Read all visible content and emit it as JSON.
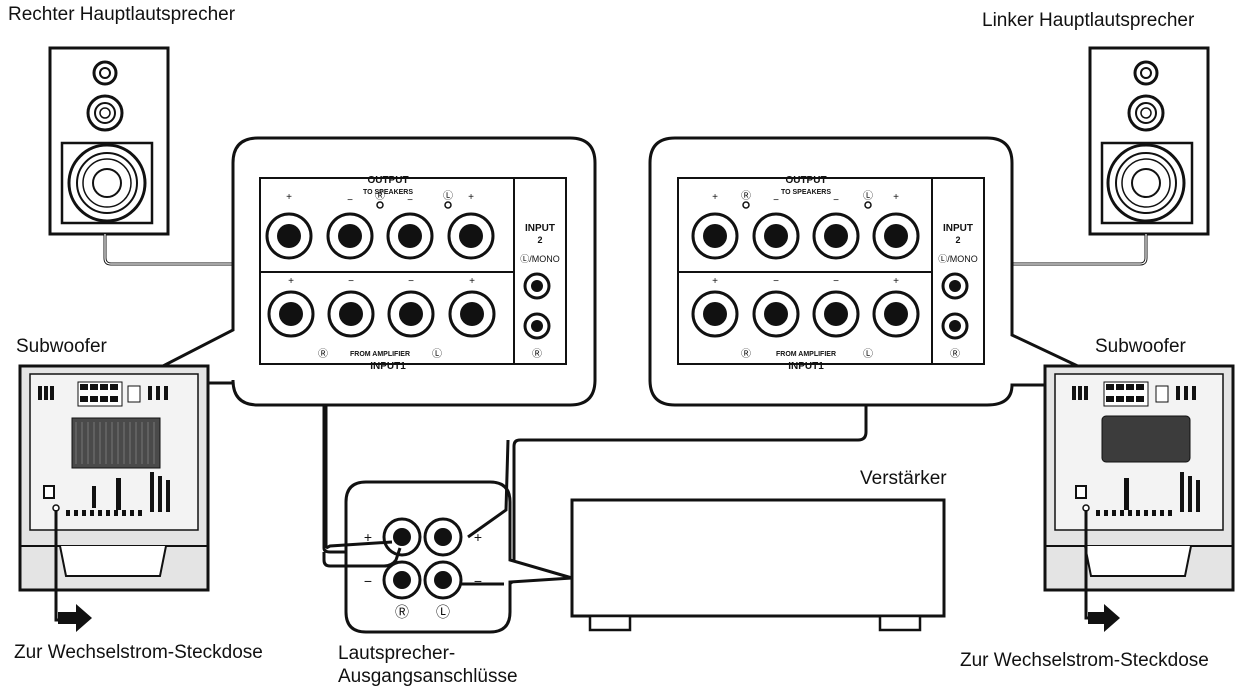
{
  "labels": {
    "right_main_speaker": "Rechter Hauptlautsprecher",
    "left_main_speaker": "Linker Hauptlautsprecher",
    "subwoofer_left": "Subwoofer",
    "subwoofer_right": "Subwoofer",
    "amplifier": "Verstärker",
    "ac_outlet_left": "Zur Wechselstrom-Steckdose",
    "ac_outlet_right": "Zur Wechselstrom-Steckdose",
    "speaker_terminals_line1": "Lautsprecher-",
    "speaker_terminals_line2": "Ausgangsanschlüsse"
  },
  "panel": {
    "output": "OUTPUT",
    "to_speakers": "TO SPEAKERS",
    "from_amplifier": "FROM AMPLIFIER",
    "input1": "INPUT1",
    "input2": "INPUT",
    "input2_num": "2",
    "mono": "Ⓛ/MONO",
    "plus": "+",
    "minus": "−",
    "r": "Ⓡ",
    "l": "Ⓛ"
  },
  "amp_terminals": {
    "plus": "+",
    "minus": "−",
    "r": "Ⓡ",
    "l": "Ⓛ"
  }
}
